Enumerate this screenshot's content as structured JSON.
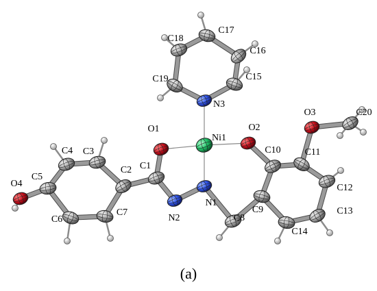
{
  "figure": {
    "caption": "(a)",
    "colors": {
      "carbon": "#a8a8a8",
      "nitrogen": "#2f54e8",
      "oxygen": "#c8101c",
      "nickel": "#21c46a",
      "hydrogen": "#d8d8d8",
      "bond": "#9a9a9a",
      "coordination_bond": "#8a8a8a"
    }
  },
  "atoms": [
    {
      "id": "Ni1",
      "label": "Ni1",
      "element": "Ni"
    },
    {
      "id": "O1",
      "label": "O1",
      "element": "O"
    },
    {
      "id": "O2",
      "label": "O2",
      "element": "O"
    },
    {
      "id": "O3",
      "label": "O3",
      "element": "O"
    },
    {
      "id": "O4",
      "label": "O4",
      "element": "O"
    },
    {
      "id": "N1",
      "label": "N1",
      "element": "N"
    },
    {
      "id": "N2",
      "label": "N2",
      "element": "N"
    },
    {
      "id": "N3",
      "label": "N3",
      "element": "N"
    },
    {
      "id": "C1",
      "label": "C1",
      "element": "C"
    },
    {
      "id": "C2",
      "label": "C2",
      "element": "C"
    },
    {
      "id": "C3",
      "label": "C3",
      "element": "C"
    },
    {
      "id": "C4",
      "label": "C4",
      "element": "C"
    },
    {
      "id": "C5",
      "label": "C5",
      "element": "C"
    },
    {
      "id": "C6",
      "label": "C6",
      "element": "C"
    },
    {
      "id": "C7",
      "label": "C7",
      "element": "C"
    },
    {
      "id": "C8",
      "label": "C8",
      "element": "C"
    },
    {
      "id": "C9",
      "label": "C9",
      "element": "C"
    },
    {
      "id": "C10",
      "label": "C10",
      "element": "C"
    },
    {
      "id": "C11",
      "label": "C11",
      "element": "C"
    },
    {
      "id": "C12",
      "label": "C12",
      "element": "C"
    },
    {
      "id": "C13",
      "label": "C13",
      "element": "C"
    },
    {
      "id": "C14",
      "label": "C14",
      "element": "C"
    },
    {
      "id": "C15",
      "label": "C15",
      "element": "C"
    },
    {
      "id": "C16",
      "label": "C16",
      "element": "C"
    },
    {
      "id": "C17",
      "label": "C17",
      "element": "C"
    },
    {
      "id": "C18",
      "label": "C18",
      "element": "C"
    },
    {
      "id": "C19",
      "label": "C19",
      "element": "C"
    },
    {
      "id": "C20",
      "label": "C20",
      "element": "C"
    }
  ],
  "bonds": [
    [
      "O4",
      "C5"
    ],
    [
      "C5",
      "C4"
    ],
    [
      "C4",
      "C3"
    ],
    [
      "C3",
      "C2"
    ],
    [
      "C2",
      "C7"
    ],
    [
      "C7",
      "C6"
    ],
    [
      "C6",
      "C5"
    ],
    [
      "C2",
      "C1"
    ],
    [
      "C1",
      "O1"
    ],
    [
      "C1",
      "N2"
    ],
    [
      "N2",
      "N1"
    ],
    [
      "N1",
      "C8"
    ],
    [
      "C8",
      "C9"
    ],
    [
      "C9",
      "C10"
    ],
    [
      "C10",
      "O2"
    ],
    [
      "C10",
      "C11"
    ],
    [
      "C11",
      "C12"
    ],
    [
      "C12",
      "C13"
    ],
    [
      "C13",
      "C14"
    ],
    [
      "C14",
      "C9"
    ],
    [
      "C11",
      "O3"
    ],
    [
      "O3",
      "C20"
    ],
    [
      "N3",
      "C15"
    ],
    [
      "C15",
      "C16"
    ],
    [
      "C16",
      "C17"
    ],
    [
      "C17",
      "C18"
    ],
    [
      "C18",
      "C19"
    ],
    [
      "C19",
      "N3"
    ]
  ],
  "coordination_bonds": [
    [
      "Ni1",
      "O1"
    ],
    [
      "Ni1",
      "O2"
    ],
    [
      "Ni1",
      "N1"
    ],
    [
      "Ni1",
      "N3"
    ]
  ]
}
